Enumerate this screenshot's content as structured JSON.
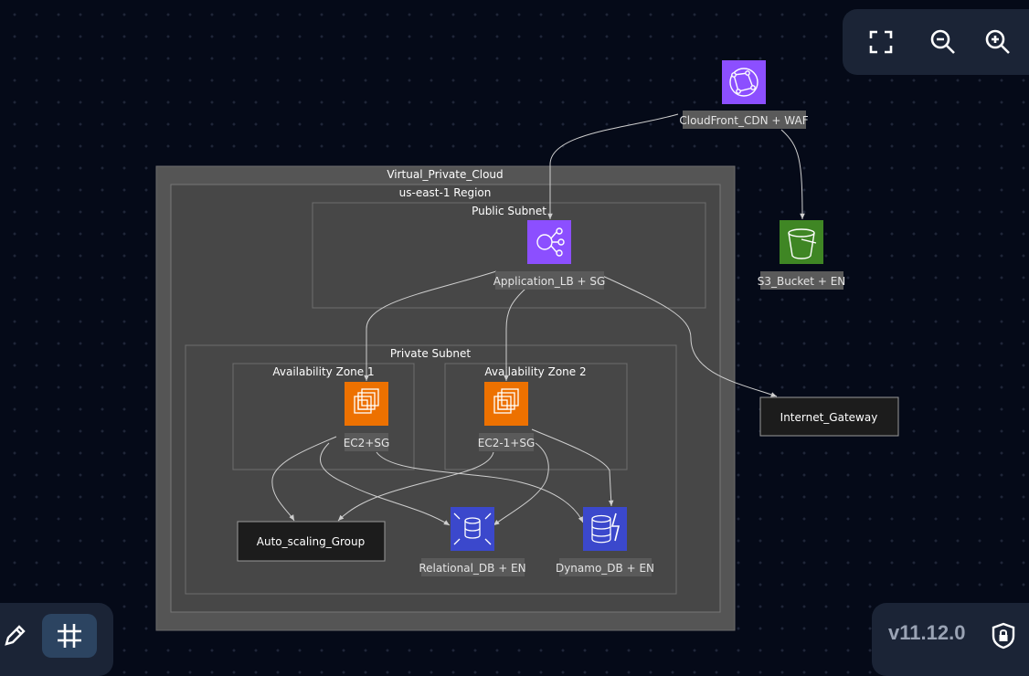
{
  "diagram": {
    "groups": {
      "vpc": "Virtual_Private_Cloud",
      "region": "us-east-1 Region",
      "public_subnet": "Public Subnet",
      "private_subnet": "Private Subnet",
      "az1": "Availability Zone 1",
      "az2": "Availability Zone 2"
    },
    "nodes": {
      "cloudfront": "CloudFront_CDN + WAF",
      "s3": "S3_Bucket + EN",
      "alb": "Application_LB + SG",
      "igw": "Internet_Gateway",
      "ec2_1": "EC2+SG",
      "ec2_2": "EC2-1+SG",
      "asg": "Auto_scaling_Group",
      "rds": "Relational_DB + EN",
      "dynamo": "Dynamo_DB + EN"
    },
    "icons": {
      "cloudfront": "cloudfront-icon",
      "s3": "s3-bucket-icon",
      "alb": "load-balancer-icon",
      "ec2": "ec2-instance-icon",
      "rds": "rds-database-icon",
      "dynamo": "dynamodb-icon"
    },
    "colors": {
      "cloudfront": "#8c4fff",
      "alb": "#8c4fff",
      "s3": "#3f8624",
      "ec2": "#ed7100",
      "rds": "#3b48cc",
      "dynamo": "#3b48cc",
      "group_fill": "#464646",
      "group_fill_outer": "#555555"
    }
  },
  "toolbar": {
    "fullscreen_icon": "fullscreen-icon",
    "zoom_out_icon": "zoom-out-icon",
    "zoom_in_icon": "zoom-in-icon",
    "edit_icon": "pencil-icon",
    "grid_icon": "grid-icon",
    "lock_icon": "lock-icon"
  },
  "version": "v11.12.0"
}
